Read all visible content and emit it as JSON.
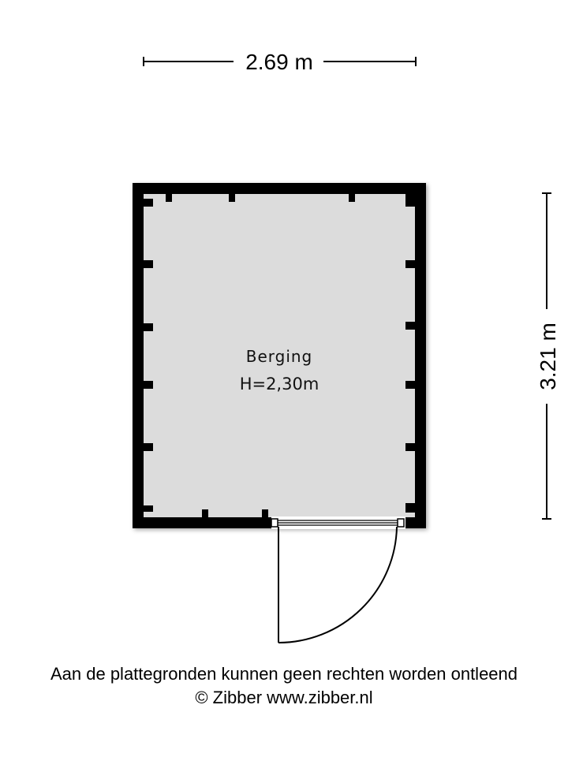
{
  "dimensions": {
    "width_label": "2.69 m",
    "height_label": "3.21 m"
  },
  "room": {
    "name": "Berging",
    "height": "H=2,30m"
  },
  "footer": {
    "disclaimer": "Aan de plattegronden kunnen geen rechten worden ontleend",
    "copyright": "© Zibber www.zibber.nl"
  },
  "colors": {
    "wall": "#000000",
    "floor": "#dcdcdc",
    "line": "#000000"
  }
}
